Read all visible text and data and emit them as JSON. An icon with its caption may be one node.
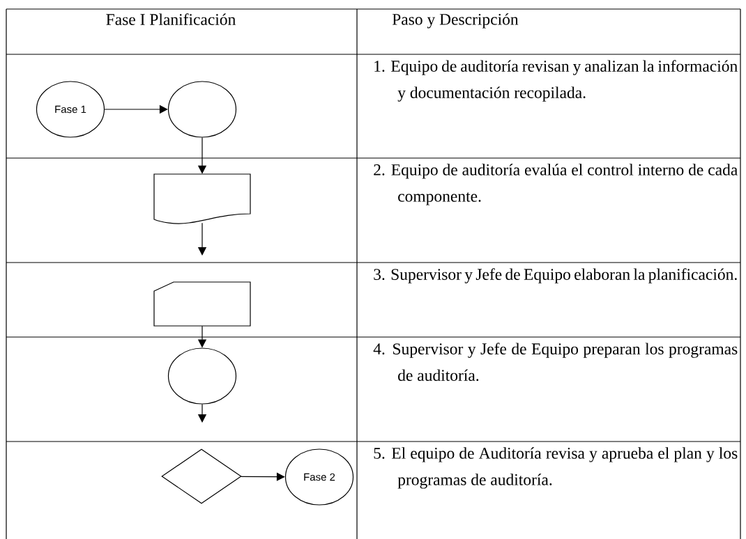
{
  "diagram": {
    "nodes": [
      {
        "text": [
          "Fase 1"
        ]
      },
      {
        "text": [],
        "shape": "circle"
      },
      {
        "text": [],
        "shape": "document"
      },
      {
        "text": [],
        "shape": "card"
      },
      {
        "text": [],
        "shape": "circle"
      },
      {
        "text": [],
        "shape": "diamond"
      },
      {
        "text": [
          "Fase 2"
        ]
      }
    ],
    "edges": [
      {
        "from": 0,
        "to": 1,
        "arrow": "to"
      },
      {
        "from": 1,
        "to": 2,
        "arrow": "to"
      },
      {
        "from": 2,
        "to": null,
        "arrow": "to"
      },
      {
        "from": 3,
        "to": 4,
        "arrow": "to"
      },
      {
        "from": 4,
        "to": null,
        "arrow": "to"
      },
      {
        "from": 5,
        "to": 6,
        "arrow": "to"
      }
    ],
    "labels": [
      "Fase I Planificación",
      "Paso y Descripción",
      "1. Equipo de auditoría revisan y analizan la información y documentación recopilada.",
      "2. Equipo de auditoría evalúa el control interno de cada componente.",
      "3. Supervisor y Jefe de Equipo elaboran la planificación.",
      "4. Supervisor y Jefe de Equipo preparan los programas de auditoría.",
      "5. El equipo de Auditoría revisa y aprueba el plan y los programas de auditoría."
    ]
  }
}
